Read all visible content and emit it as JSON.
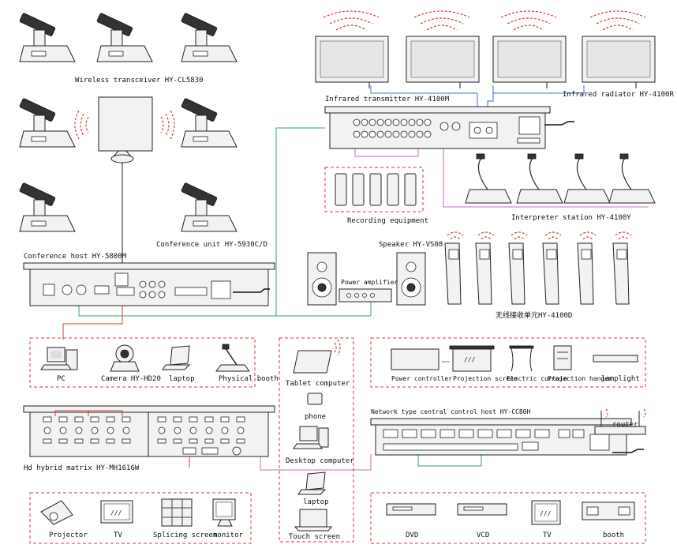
{
  "labels": {
    "wireless_transceiver": "Wireless transceiver HY-CL5830",
    "conference_unit": "Conference unit HY-5930C/D",
    "conference_host": "Conference host HY-5800M",
    "infrared_transmitter": "Infrared transmitter HY-4100M",
    "infrared_radiator": "Infrared radiator HY-4100R",
    "recording_equipment": "Recording equipment",
    "interpreter_station": "Interpreter station HY-4100Y",
    "speaker": "Speaker HY-VS08",
    "power_amplifier": "Power amplifier",
    "wireless_receiver": "无线接收单元HY-4100D",
    "pc": "PC",
    "camera": "Camera HY-HD20",
    "laptop_a": "laptop",
    "physical_booth": "Physical booth",
    "tablet": "Tablet computer",
    "phone": "phone",
    "desktop": "Desktop computer",
    "laptop_b": "laptop",
    "touch_screen": "Touch screen",
    "power_controller": "Power controller",
    "projection_screen": "Projection screen",
    "electric_curtain": "Electric curtain",
    "projection_hanger": "Projection hanger",
    "lamplight": "lamplight",
    "central_control": "Network type central control host HY-CC80H",
    "router": "router",
    "hd_matrix": "Hd hybrid matrix HY-MH1616W",
    "projector": "Projector",
    "tv_a": "TV",
    "splicing_screen": "Splicing screen",
    "monitor": "monitor",
    "dvd": "DVD",
    "vcd": "VCD",
    "tv_b": "TV",
    "booth": "booth",
    "tv_screen_text": "///",
    "proj_screen_text": "///"
  },
  "colors": {
    "dashed_box": "#d43b3b",
    "wire_green": "#3aa66a",
    "wire_blue": "#3a6fd0",
    "wire_purple": "#c06cc0",
    "waves": "#d43b3b"
  }
}
